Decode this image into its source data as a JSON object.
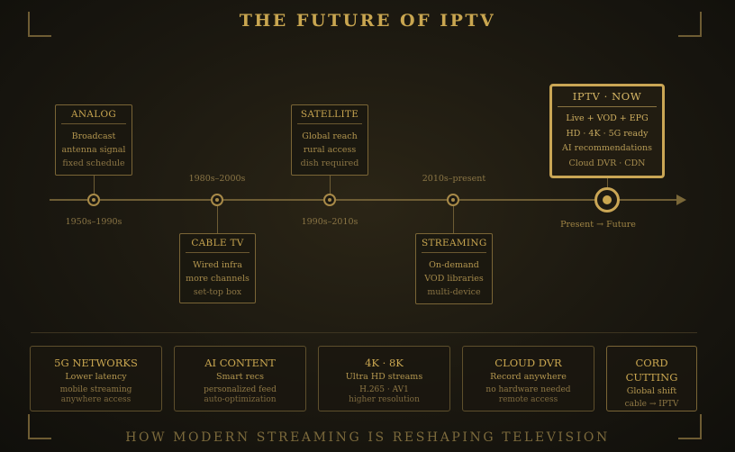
{
  "title": "THE FUTURE OF IPTV",
  "subtitle": "HOW MODERN STREAMING IS RESHAPING TELEVISION",
  "timeline": [
    {
      "era": "1950s–1990s",
      "head": "ANALOG",
      "lines": [
        "Broadcast",
        "antenna signal",
        "fixed schedule"
      ]
    },
    {
      "era": "1980s–2000s",
      "head": "CABLE TV",
      "lines": [
        "Wired infra",
        "more channels",
        "set-top box"
      ]
    },
    {
      "era": "1990s–2010s",
      "head": "SATELLITE",
      "lines": [
        "Global reach",
        "rural access",
        "dish required"
      ]
    },
    {
      "era": "2010s–present",
      "head": "STREAMING",
      "lines": [
        "On-demand",
        "VOD libraries",
        "multi-device"
      ]
    },
    {
      "era": "Present → Future",
      "head": "IPTV · NOW",
      "lines": [
        "Live + VOD + EPG",
        "HD · 4K · 5G ready",
        "AI recommendations",
        "Cloud DVR · CDN"
      ]
    }
  ],
  "features": [
    {
      "head": "5G NETWORKS",
      "lines": [
        "Lower latency",
        "mobile streaming",
        "anywhere access"
      ]
    },
    {
      "head": "AI CONTENT",
      "lines": [
        "Smart recs",
        "personalized feed",
        "auto-optimization"
      ]
    },
    {
      "head": "4K · 8K",
      "lines": [
        "Ultra HD streams",
        "H.265 · AV1",
        "higher resolution"
      ]
    },
    {
      "head": "CLOUD DVR",
      "lines": [
        "Record anywhere",
        "no hardware needed",
        "remote access"
      ]
    },
    {
      "head": "CORD CUTTING",
      "lines": [
        "Global shift",
        "cable → IPTV"
      ]
    }
  ]
}
